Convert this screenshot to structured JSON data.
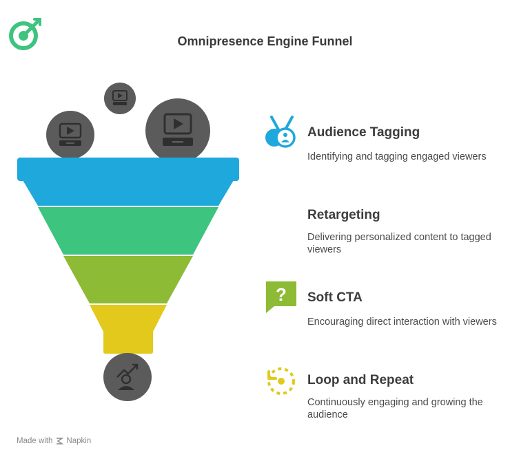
{
  "title": "Omnipresence Engine Funnel",
  "steps": [
    {
      "title": "Audience Tagging",
      "description": "Identifying and tagging engaged viewers",
      "color": "#1fa8dc",
      "icon": "tag-badge-icon"
    },
    {
      "title": "Retargeting",
      "description": "Delivering personalized content to tagged viewers",
      "color": "#3dc47e",
      "icon": "none"
    },
    {
      "title": "Soft CTA",
      "description": "Encouraging direct interaction with viewers",
      "color": "#8dbb35",
      "icon": "question-bubble-icon"
    },
    {
      "title": "Loop and Repeat",
      "description": "Continuously engaging and growing the audience",
      "color": "#e2c91b",
      "icon": "loop-arrow-icon"
    }
  ],
  "icons": {
    "inputs": [
      "video-player-icon",
      "video-player-icon",
      "video-player-icon"
    ],
    "output": "growth-person-icon",
    "logo": "target-arrow-icon"
  },
  "credit": {
    "prefix": "Made with",
    "brand": "Napkin"
  }
}
